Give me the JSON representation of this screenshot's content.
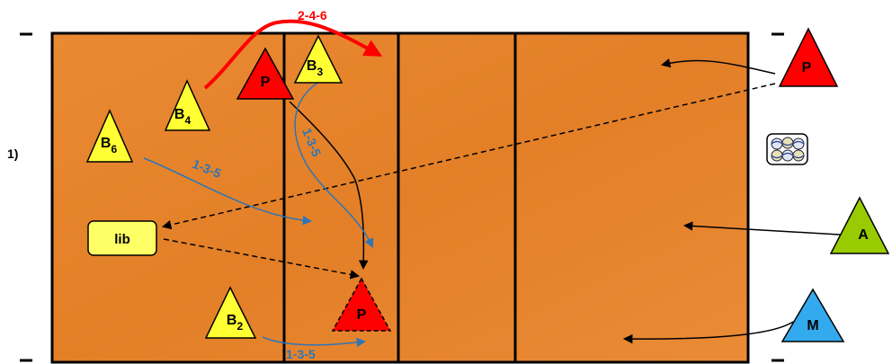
{
  "row_label": "1)",
  "colors": {
    "court": "#e8842e",
    "court_dark": "#d9731f",
    "line": "#000000",
    "yellow_player": "#ffff33",
    "red_player": "#ff0000",
    "green_player": "#99cc00",
    "blue_player": "#33aaee",
    "blue_arrow": "#2e75b6",
    "red_arrow": "#ff0000",
    "lib_box": "#ffff66"
  },
  "players": {
    "b4": {
      "main": "B",
      "sub": "4"
    },
    "b6": {
      "main": "B",
      "sub": "6"
    },
    "b3": {
      "main": "B",
      "sub": "3"
    },
    "b2": {
      "main": "B",
      "sub": "2"
    },
    "p_setter": "P",
    "p_target": "P",
    "p_right": "P",
    "a_right": "A",
    "m_right": "M",
    "lib": "lib"
  },
  "arrow_labels": {
    "top_red": "2-4-6",
    "b6_route": "1-3-5",
    "b3_route": "1-3-5",
    "b2_route": "1-3-5"
  },
  "icons": {
    "ball_cart": "volleyball-cart-icon"
  }
}
